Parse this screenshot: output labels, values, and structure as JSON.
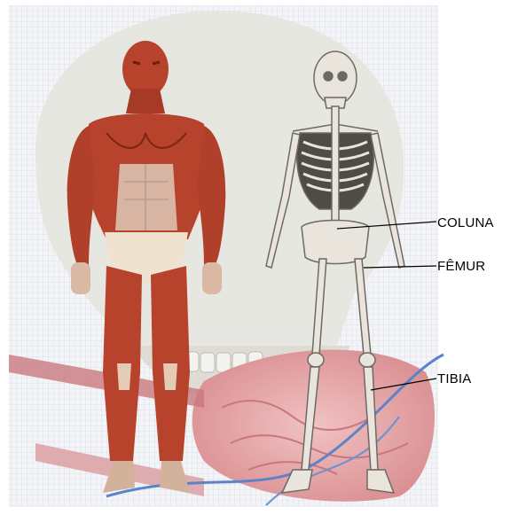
{
  "labels": {
    "coluna": "COLUNA",
    "femur": "FÊMUR",
    "tibia": "TIBIA"
  },
  "colors": {
    "muscle": "#b8432c",
    "muscle_dark": "#7a2416",
    "tendon": "#efe2cf",
    "bone": "#e9e5dc",
    "bone_shadow": "#6d6a63",
    "skull_bg": "#e3e2dd",
    "tissue": "#e3a3a6",
    "vein": "#5b83c9"
  }
}
